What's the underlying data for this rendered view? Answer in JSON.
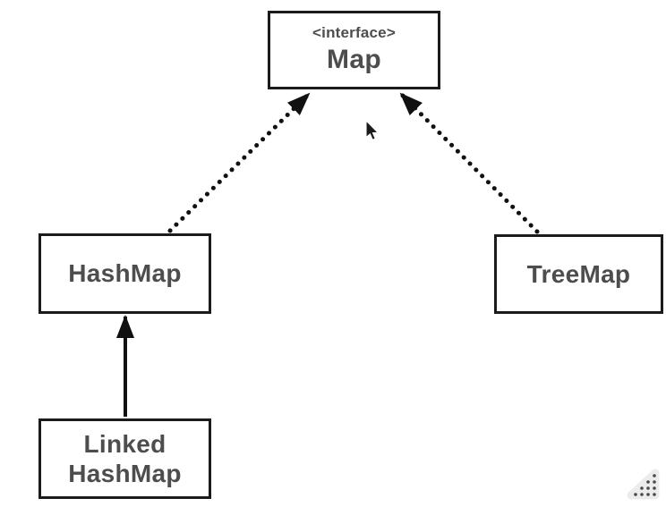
{
  "canvas": {
    "background_color": "#ffffff",
    "box_border_color": "#1b1b1b",
    "box_fill_color": "#ffffff",
    "text_color": "#4d4d4d",
    "arrow_color": "#111111"
  },
  "diagram": {
    "nodes": {
      "map": {
        "stereotype": "<interface>",
        "label": "Map"
      },
      "hashmap": {
        "label": "HashMap"
      },
      "treemap": {
        "label": "TreeMap"
      },
      "linkedhashmap": {
        "label": "Linked\nHashMap"
      }
    },
    "edges": [
      {
        "from": "HashMap",
        "to": "Map",
        "line_style": "dotted",
        "arrowhead": "filled-triangle"
      },
      {
        "from": "TreeMap",
        "to": "Map",
        "line_style": "dotted",
        "arrowhead": "filled-triangle"
      },
      {
        "from": "LinkedHashMap",
        "to": "HashMap",
        "line_style": "solid",
        "arrowhead": "filled-triangle"
      }
    ]
  },
  "icons": {
    "cursor": "mouse-pointer",
    "resize_grip": "drag-resize-handle"
  }
}
